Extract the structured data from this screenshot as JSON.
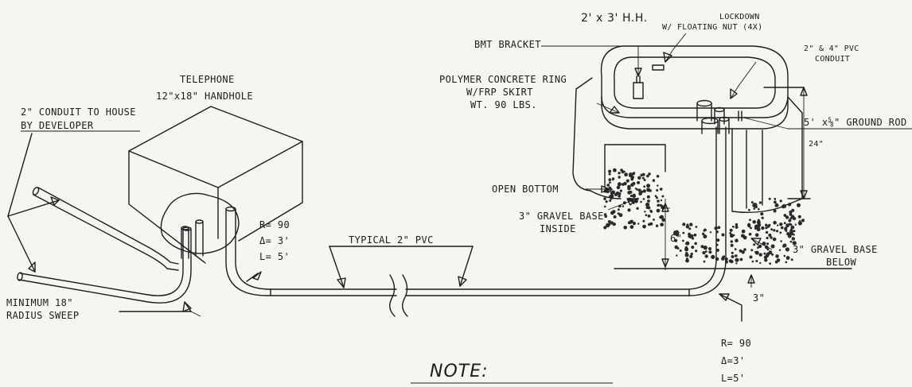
{
  "labels": {
    "conduit_line1": "2\" CONDUIT TO HOUSE",
    "conduit_line2": "BY DEVELOPER",
    "telephone_line1": "TELEPHONE",
    "telephone_line2": "12\"x18\" HANDHOLE",
    "min_radius_line1": "MINIMUM 18\"",
    "min_radius_line2": "RADIUS SWEEP",
    "sweep_left_r": "R= 90",
    "sweep_left_delta": "Δ= 3'",
    "sweep_left_l": "L= 5'",
    "typical_pvc": "TYPICAL 2\" PVC",
    "hh_size": "2' x 3' H.H.",
    "lockdown_line1": "LOCKDOWN",
    "lockdown_line2": "W/ FLOATING NUT (4X)",
    "bmt_bracket": "BMT BRACKET",
    "polymer_line1": "POLYMER CONCRETE RING",
    "polymer_line2": "W/FRP SKIRT",
    "polymer_line3": "WT. 90 LBS.",
    "pvc_conduit_line1": "2\" & 4\" PVC",
    "pvc_conduit_line2": "CONDUIT",
    "ground_rod": "5' x⅝\" GROUND ROD",
    "depth_24": "24\"",
    "open_bottom": "OPEN BOTTOM",
    "gravel_inside_line1": "3\" GRAVEL BASE",
    "gravel_inside_line2": "INSIDE",
    "depth_6": "6\"",
    "gravel_below_line1": "3\" GRAVEL BASE",
    "gravel_below_line2": "BELOW",
    "depth_3": "3\"",
    "sweep_right_r": "R= 90",
    "sweep_right_delta": "Δ=3'",
    "sweep_right_l": "L=5'",
    "note": "NOTE:"
  }
}
